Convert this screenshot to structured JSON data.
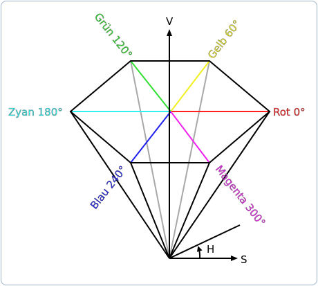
{
  "axes": {
    "v": "V",
    "s": "S",
    "h": "H"
  },
  "hues": [
    {
      "key": "rot",
      "label": "Rot 0°",
      "color": "#ff2020"
    },
    {
      "key": "gelb",
      "label": "Gelb 60°",
      "color": "#f0f020"
    },
    {
      "key": "gruen",
      "label": "Grün 120°",
      "color": "#30e030"
    },
    {
      "key": "zyan",
      "label": "Zyan 180°",
      "color": "#30f0f0"
    },
    {
      "key": "blau",
      "label": "Blau 240°",
      "color": "#2020f0"
    },
    {
      "key": "magenta",
      "label": "Magenta 300°",
      "color": "#f020f0"
    }
  ],
  "colors": {
    "edges": "#000000",
    "inner_lines": "#a8a8a8"
  }
}
